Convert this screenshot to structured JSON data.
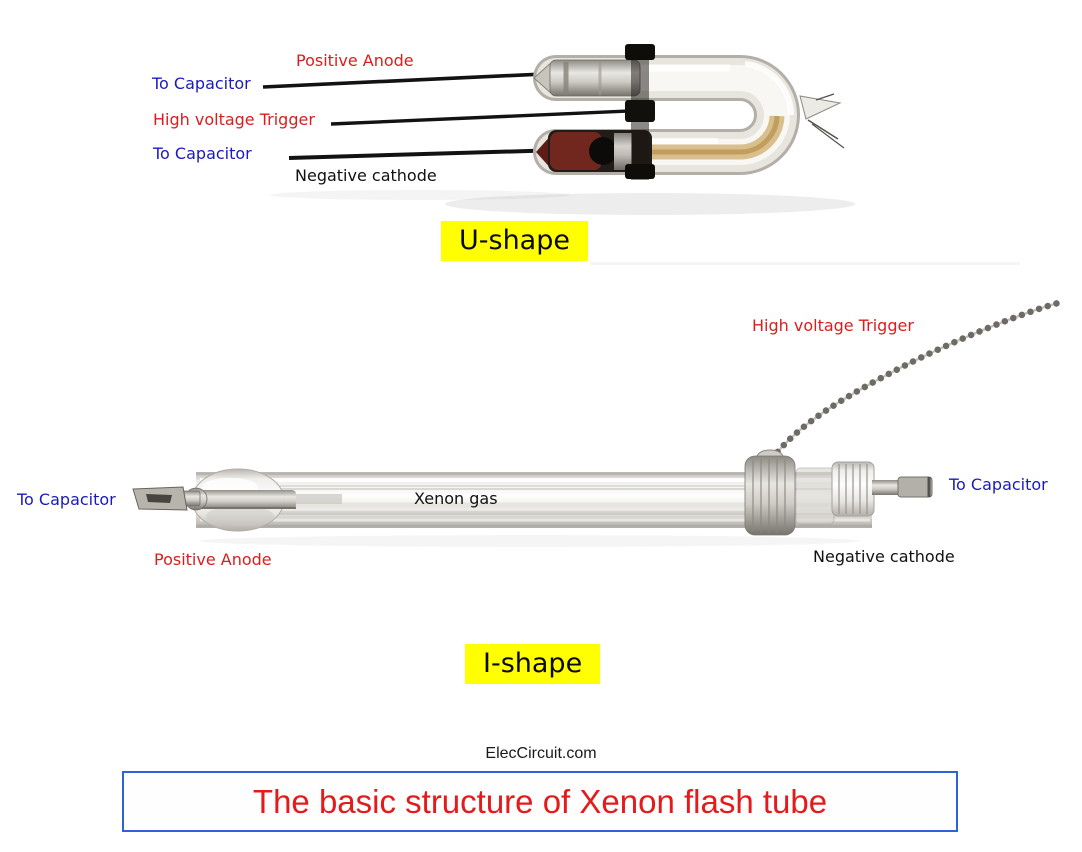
{
  "page": {
    "watermark": "ElecCircuit.com",
    "title": "The basic structure of Xenon flash tube"
  },
  "u_section": {
    "shape_label": "U-shape",
    "positive_anode": "Positive Anode",
    "to_capacitor_top": "To Capacitor",
    "high_voltage_trigger": "High voltage Trigger",
    "to_capacitor_bottom": "To Capacitor",
    "negative_cathode": "Negative cathode"
  },
  "i_section": {
    "shape_label": "I-shape",
    "high_voltage_trigger": "High voltage Trigger",
    "to_capacitor_left": "To Capacitor",
    "xenon_gas": "Xenon gas",
    "to_capacitor_right": "To Capacitor",
    "positive_anode": "Positive Anode",
    "negative_cathode": "Negative cathode"
  },
  "colors": {
    "label_red": "#dc1d1d",
    "label_blue": "#1a1abd",
    "label_black": "#111111",
    "shape_highlight_yellow": "#ffff00",
    "title_red": "#e41b1b",
    "title_border_blue": "#2f62d8",
    "background": "#ffffff"
  }
}
